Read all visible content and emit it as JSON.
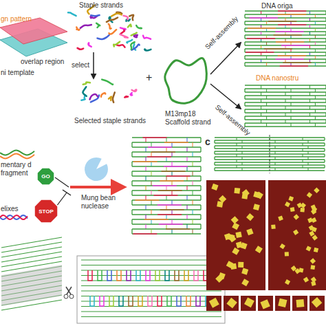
{
  "diagram": {
    "nodes": [
      {
        "text": [
          "GO"
        ]
      },
      {
        "text": [
          "STOP"
        ]
      }
    ],
    "labels": [
      "gn pattern",
      "overlap region",
      "ni template",
      "Staple strands",
      "select",
      "Selected staple strands",
      "+",
      "M13mp18 Scaffold strand",
      "Self-assembly",
      "Self-assembly",
      "DNA origa",
      "DNA nanostru",
      "mentary d fragment",
      "elixes",
      "Mung bean nuclease",
      "c"
    ]
  }
}
